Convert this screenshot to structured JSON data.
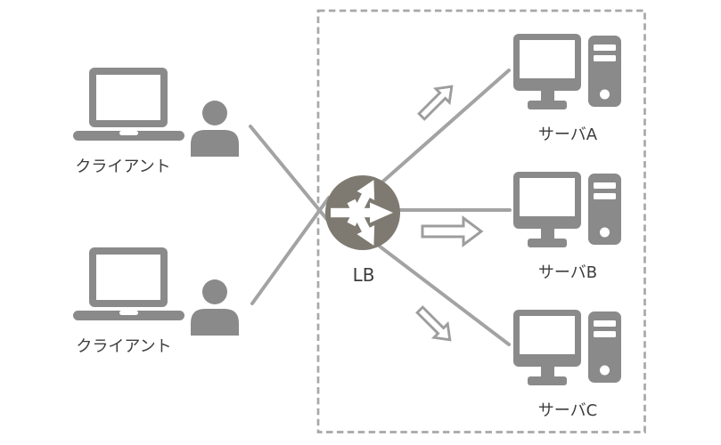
{
  "diagram": {
    "clients": [
      {
        "label": "クライアント",
        "icons": [
          "laptop-icon",
          "person-icon"
        ]
      },
      {
        "label": "クライアント",
        "icons": [
          "laptop-icon",
          "person-icon"
        ]
      }
    ],
    "load_balancer": {
      "label": "LB",
      "icon": "load-balancer-icon"
    },
    "server_group": {
      "boundary": "dashed-rectangle",
      "servers": [
        {
          "label": "サーバA",
          "icon": "desktop-server-icon"
        },
        {
          "label": "サーバB",
          "icon": "desktop-server-icon"
        },
        {
          "label": "サーバC",
          "icon": "desktop-server-icon"
        }
      ]
    },
    "flow_arrows": [
      {
        "icon": "block-arrow-icon",
        "direction": "up-right"
      },
      {
        "icon": "block-arrow-icon",
        "direction": "right"
      },
      {
        "icon": "block-arrow-icon",
        "direction": "down-right"
      }
    ],
    "connections": [
      "client-1-to-lb",
      "client-2-to-lb",
      "lb-to-server-a",
      "lb-to-server-b",
      "lb-to-server-c"
    ],
    "colors": {
      "icon": "#8a8a8a",
      "line": "#a3a3a3",
      "lb_circle": "#7e7a71",
      "boundary": "#a8a8a8",
      "arrow_outline": "#9d9d9d",
      "arrow_fill": "#ffffff",
      "label_text": "#3d3d3d",
      "background": "#ffffff"
    }
  }
}
